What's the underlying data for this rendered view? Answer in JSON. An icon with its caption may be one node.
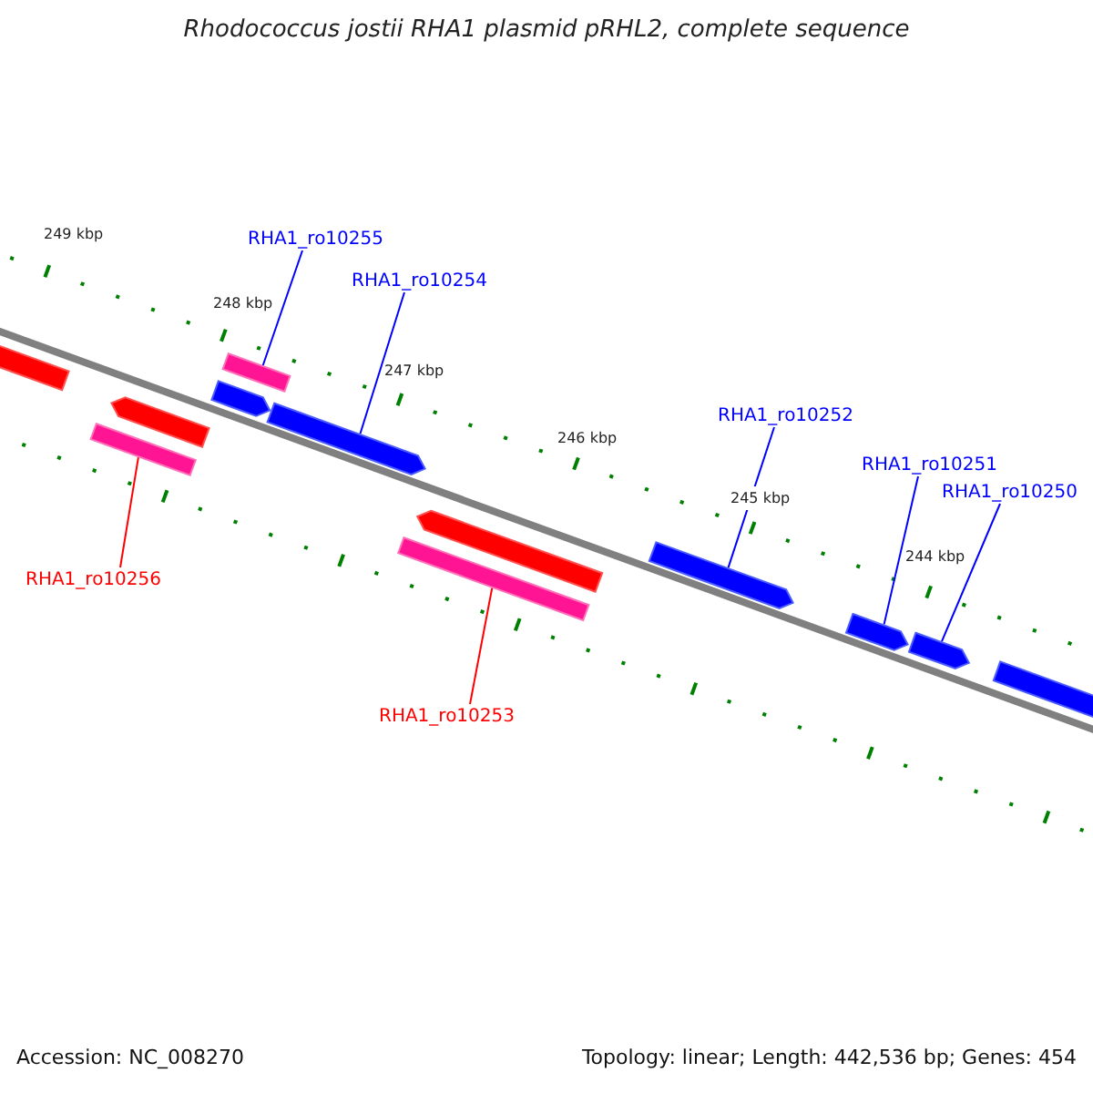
{
  "diagram": {
    "title": "Rhodococcus jostii RHA1 plasmid pRHL2, complete sequence",
    "nodes": [
      {
        "text": [
          "RHA1_ro10255"
        ]
      },
      {
        "text": [
          "RHA1_ro10254"
        ]
      },
      {
        "text": [
          "RHA1_ro10252"
        ]
      },
      {
        "text": [
          "RHA1_ro10251"
        ]
      },
      {
        "text": [
          "RHA1_ro10250"
        ]
      },
      {
        "text": [
          "RHA1_ro10256"
        ]
      },
      {
        "text": [
          "RHA1_ro10253"
        ]
      },
      {
        "text": [],
        "shape": "arrow"
      },
      {
        "text": [],
        "shape": "bar"
      },
      {
        "text": [],
        "shape": "arrow"
      },
      {
        "text": [],
        "shape": "arrow"
      },
      {
        "text": [],
        "shape": "bar"
      },
      {
        "text": [],
        "shape": "arrow"
      },
      {
        "text": [],
        "shape": "bar"
      },
      {
        "text": [],
        "shape": "arrow"
      },
      {
        "text": [],
        "shape": "arrow"
      },
      {
        "text": [],
        "shape": "arrow"
      },
      {
        "text": [],
        "shape": "arrow"
      },
      {
        "text": [],
        "shape": "arrow"
      }
    ],
    "edges": [
      {
        "from": 0,
        "to": 11,
        "arrow": "none"
      },
      {
        "from": 1,
        "to": 12,
        "arrow": "none"
      },
      {
        "from": 2,
        "to": 15,
        "arrow": "none"
      },
      {
        "from": 3,
        "to": 16,
        "arrow": "none"
      },
      {
        "from": 4,
        "to": 17,
        "arrow": "none"
      },
      {
        "from": 5,
        "to": 8,
        "arrow": "none",
        "color": "#ff0000"
      },
      {
        "from": 6,
        "to": 13,
        "arrow": "none",
        "color": "#ff0000"
      }
    ],
    "labels": [
      "249 kbp",
      "248 kbp",
      "247 kbp",
      "246 kbp",
      "245 kbp",
      "244 kbp",
      "Accession: NC_008270",
      "Topology: linear; Length: 442,536 bp; Genes: 454"
    ]
  }
}
